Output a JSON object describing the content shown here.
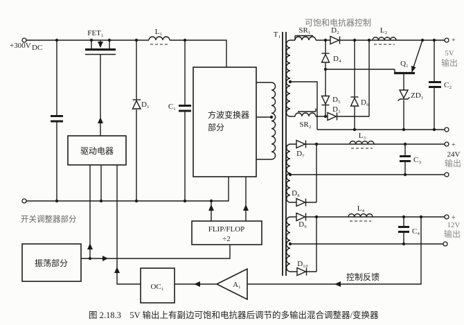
{
  "figure": {
    "caption": "图 2.18.3　5V 输出上有副边可饱和电抗器后调节的多输出混合调整器/变换器",
    "input": {
      "voltage": "+300V",
      "voltage_sub": "DC"
    },
    "section_labels": {
      "saturable_reactor_control": "可饱和电抗器控制",
      "switch_regulator_section": "开关调整器部分",
      "square_wave_converter_line1": "方波变换器",
      "square_wave_converter_line2": "部分",
      "drive_box": "驱动电器",
      "oscillator_box": "振荡部分",
      "flipflop_line1": "FLIP/FLOP",
      "flipflop_line2": "÷2",
      "control_feedback": "控制反馈"
    },
    "components": {
      "fet1": "FET₁",
      "l1": "L₁",
      "d1": "D₁",
      "c1": "C₁",
      "t1": "T₁",
      "sr1": "SR₁",
      "sr2": "SR₂",
      "d2": "D₂",
      "d3": "D₃",
      "d4": "D₄",
      "d5": "D₅",
      "d6": "D₆",
      "d7": "D₇",
      "d8": "D₈",
      "d9": "D₉",
      "d10": "D₁₀",
      "l2": "L₂",
      "l3": "L₃",
      "l4": "L₄",
      "c2": "C₂",
      "c3": "C₃",
      "c4": "C₄",
      "q1": "Q₁",
      "zd1": "ZD₁",
      "oc1": "OC₁",
      "a1": "A₁"
    },
    "outputs": [
      {
        "plus": "+",
        "voltage": "5V",
        "label": "输出"
      },
      {
        "plus": "+",
        "voltage": "24V",
        "label": "输出"
      },
      {
        "plus": "+",
        "voltage": "12V",
        "label": "输出"
      }
    ]
  }
}
